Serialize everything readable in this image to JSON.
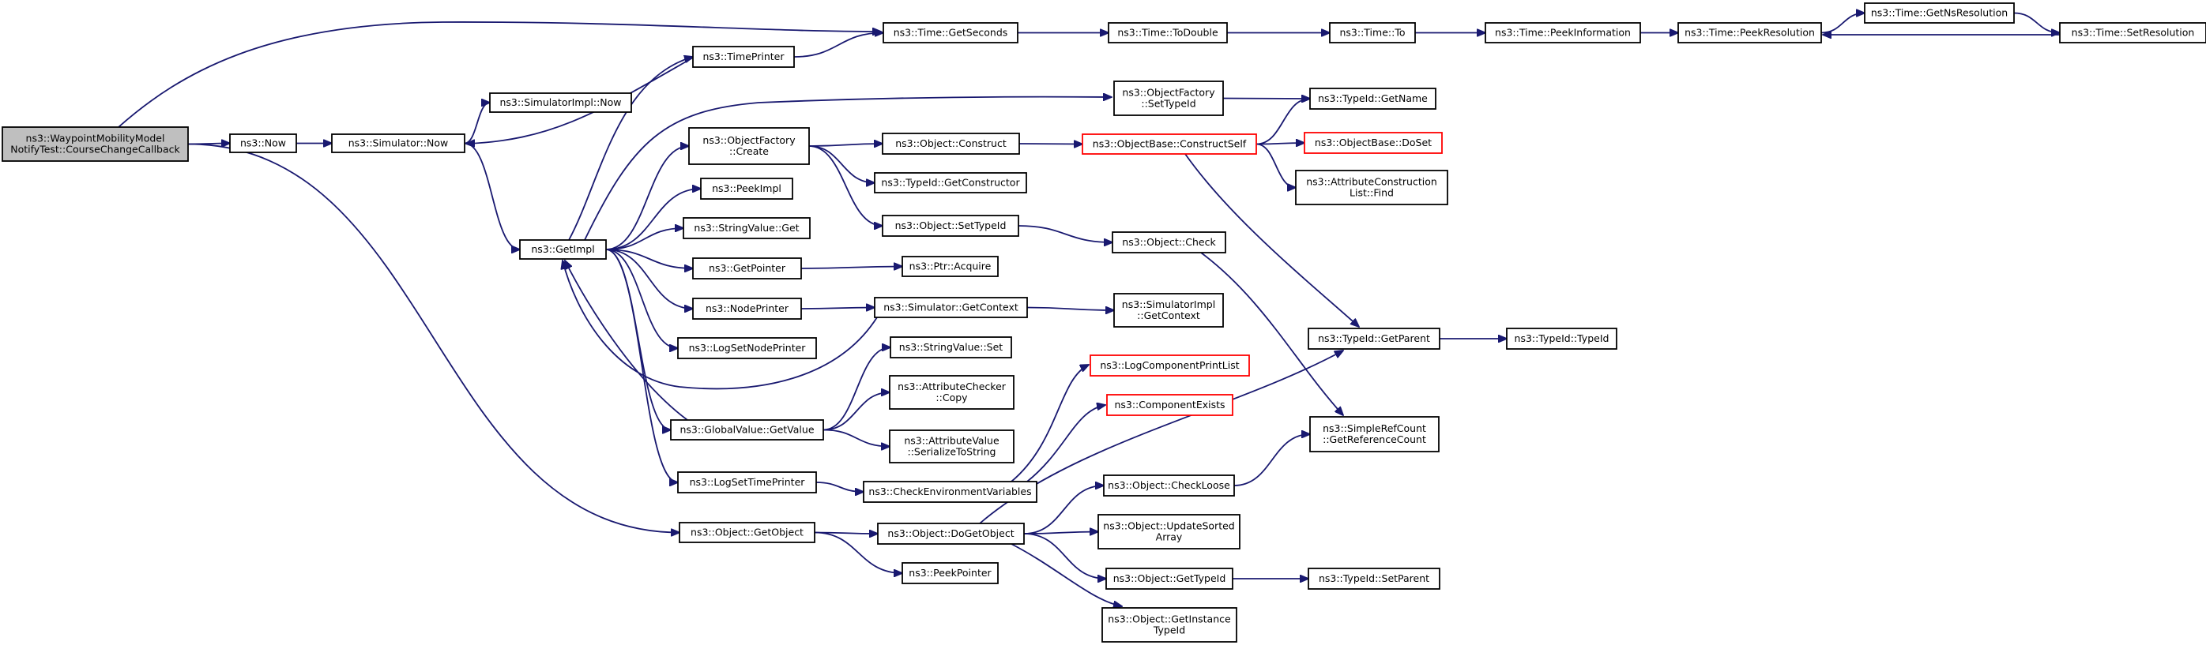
{
  "diagram": {
    "nodes": [
      {
        "id": "root",
        "lines": [
          "ns3::WaypointMobilityModel",
          "NotifyTest::CourseChangeCallback"
        ],
        "style": "root",
        "interactable": true
      },
      {
        "id": "now",
        "lines": [
          "ns3::Now"
        ],
        "style": "normal",
        "interactable": true
      },
      {
        "id": "simnow",
        "lines": [
          "ns3::Simulator::Now"
        ],
        "style": "normal",
        "interactable": true
      },
      {
        "id": "simimplnow",
        "lines": [
          "ns3::SimulatorImpl::Now"
        ],
        "style": "normal",
        "interactable": true
      },
      {
        "id": "getimpl",
        "lines": [
          "ns3::GetImpl"
        ],
        "style": "normal",
        "interactable": true
      },
      {
        "id": "timeprinter",
        "lines": [
          "ns3::TimePrinter"
        ],
        "style": "normal",
        "interactable": true
      },
      {
        "id": "objfactcreate",
        "lines": [
          "ns3::ObjectFactory",
          "::Create"
        ],
        "style": "normal",
        "interactable": true
      },
      {
        "id": "peekimpl",
        "lines": [
          "ns3::PeekImpl"
        ],
        "style": "normal",
        "interactable": true
      },
      {
        "id": "strvalget",
        "lines": [
          "ns3::StringValue::Get"
        ],
        "style": "normal",
        "interactable": true
      },
      {
        "id": "getpointer",
        "lines": [
          "ns3::GetPointer"
        ],
        "style": "normal",
        "interactable": true
      },
      {
        "id": "nodeprinter",
        "lines": [
          "ns3::NodePrinter"
        ],
        "style": "normal",
        "interactable": true
      },
      {
        "id": "logsetnodeprinter",
        "lines": [
          "ns3::LogSetNodePrinter"
        ],
        "style": "normal",
        "interactable": true
      },
      {
        "id": "globalvalget",
        "lines": [
          "ns3::GlobalValue::GetValue"
        ],
        "style": "normal",
        "interactable": true
      },
      {
        "id": "logsettimeprinter",
        "lines": [
          "ns3::LogSetTimePrinter"
        ],
        "style": "normal",
        "interactable": true
      },
      {
        "id": "objgetobject",
        "lines": [
          "ns3::Object::GetObject"
        ],
        "style": "normal",
        "interactable": true
      },
      {
        "id": "getseconds",
        "lines": [
          "ns3::Time::GetSeconds"
        ],
        "style": "normal",
        "interactable": true
      },
      {
        "id": "todouble",
        "lines": [
          "ns3::Time::ToDouble"
        ],
        "style": "normal",
        "interactable": true
      },
      {
        "id": "timeto",
        "lines": [
          "ns3::Time::To"
        ],
        "style": "normal",
        "interactable": true
      },
      {
        "id": "peekinfo",
        "lines": [
          "ns3::Time::PeekInformation"
        ],
        "style": "normal",
        "interactable": true
      },
      {
        "id": "peekres",
        "lines": [
          "ns3::Time::PeekResolution"
        ],
        "style": "normal",
        "interactable": true
      },
      {
        "id": "getnsres",
        "lines": [
          "ns3::Time::GetNsResolution"
        ],
        "style": "normal",
        "interactable": true
      },
      {
        "id": "setres",
        "lines": [
          "ns3::Time::SetResolution"
        ],
        "style": "normal",
        "interactable": true
      },
      {
        "id": "objfactsettypeid",
        "lines": [
          "ns3::ObjectFactory",
          "::SetTypeId"
        ],
        "style": "normal",
        "interactable": true
      },
      {
        "id": "typeidgetname",
        "lines": [
          "ns3::TypeId::GetName"
        ],
        "style": "normal",
        "interactable": true
      },
      {
        "id": "objconstruct",
        "lines": [
          "ns3::Object::Construct"
        ],
        "style": "normal",
        "interactable": true
      },
      {
        "id": "constructself",
        "lines": [
          "ns3::ObjectBase::ConstructSelf"
        ],
        "style": "trunc",
        "interactable": true
      },
      {
        "id": "doset",
        "lines": [
          "ns3::ObjectBase::DoSet"
        ],
        "style": "trunc",
        "interactable": true
      },
      {
        "id": "attrconstructfind",
        "lines": [
          "ns3::AttributeConstruction",
          "List::Find"
        ],
        "style": "normal",
        "interactable": true
      },
      {
        "id": "typeidgetconstructor",
        "lines": [
          "ns3::TypeId::GetConstructor"
        ],
        "style": "normal",
        "interactable": true
      },
      {
        "id": "objsettypeid",
        "lines": [
          "ns3::Object::SetTypeId"
        ],
        "style": "normal",
        "interactable": true
      },
      {
        "id": "objcheck",
        "lines": [
          "ns3::Object::Check"
        ],
        "style": "normal",
        "interactable": true
      },
      {
        "id": "ptracquire",
        "lines": [
          "ns3::Ptr::Acquire"
        ],
        "style": "normal",
        "interactable": true
      },
      {
        "id": "simgetcontext",
        "lines": [
          "ns3::Simulator::GetContext"
        ],
        "style": "normal",
        "interactable": true
      },
      {
        "id": "simimplgetcontext",
        "lines": [
          "ns3::SimulatorImpl",
          "::GetContext"
        ],
        "style": "normal",
        "interactable": true
      },
      {
        "id": "typeidgetparent",
        "lines": [
          "ns3::TypeId::GetParent"
        ],
        "style": "normal",
        "interactable": true
      },
      {
        "id": "typeidtypeid",
        "lines": [
          "ns3::TypeId::TypeId"
        ],
        "style": "normal",
        "interactable": true
      },
      {
        "id": "strvalset",
        "lines": [
          "ns3::StringValue::Set"
        ],
        "style": "normal",
        "interactable": true
      },
      {
        "id": "attrcheckercopy",
        "lines": [
          "ns3::AttributeChecker",
          "::Copy"
        ],
        "style": "normal",
        "interactable": true
      },
      {
        "id": "attrvalserialize",
        "lines": [
          "ns3::AttributeValue",
          "::SerializeToString"
        ],
        "style": "normal",
        "interactable": true
      },
      {
        "id": "logcompprintlist",
        "lines": [
          "ns3::LogComponentPrintList"
        ],
        "style": "trunc",
        "interactable": true
      },
      {
        "id": "compexists",
        "lines": [
          "ns3::ComponentExists"
        ],
        "style": "trunc",
        "interactable": true
      },
      {
        "id": "simplerefcount",
        "lines": [
          "ns3::SimpleRefCount",
          "::GetReferenceCount"
        ],
        "style": "normal",
        "interactable": true
      },
      {
        "id": "checkenvvars",
        "lines": [
          "ns3::CheckEnvironmentVariables"
        ],
        "style": "normal",
        "interactable": true
      },
      {
        "id": "objcheckloose",
        "lines": [
          "ns3::Object::CheckLoose"
        ],
        "style": "normal",
        "interactable": true
      },
      {
        "id": "objdogetobject",
        "lines": [
          "ns3::Object::DoGetObject"
        ],
        "style": "normal",
        "interactable": true
      },
      {
        "id": "objupdatesorted",
        "lines": [
          "ns3::Object::UpdateSorted",
          "Array"
        ],
        "style": "normal",
        "interactable": true
      },
      {
        "id": "peekpointer",
        "lines": [
          "ns3::PeekPointer"
        ],
        "style": "normal",
        "interactable": true
      },
      {
        "id": "objgettypeid",
        "lines": [
          "ns3::Object::GetTypeId"
        ],
        "style": "normal",
        "interactable": true
      },
      {
        "id": "typeidsetparent",
        "lines": [
          "ns3::TypeId::SetParent"
        ],
        "style": "normal",
        "interactable": true
      },
      {
        "id": "objgetinstancetypeid",
        "lines": [
          "ns3::Object::GetInstance",
          "TypeId"
        ],
        "style": "normal",
        "interactable": true
      }
    ],
    "edges": [
      {
        "from": "root",
        "to": "now"
      },
      {
        "from": "root",
        "to": "getseconds"
      },
      {
        "from": "root",
        "to": "objgetobject"
      },
      {
        "from": "now",
        "to": "simnow"
      },
      {
        "from": "simnow",
        "to": "simimplnow"
      },
      {
        "from": "simnow",
        "to": "getimpl"
      },
      {
        "from": "timeprinter",
        "to": "simnow"
      },
      {
        "from": "timeprinter",
        "to": "getseconds"
      },
      {
        "from": "getimpl",
        "to": "timeprinter"
      },
      {
        "from": "getimpl",
        "to": "objfactsettypeid"
      },
      {
        "from": "getimpl",
        "to": "objfactcreate"
      },
      {
        "from": "getimpl",
        "to": "peekimpl"
      },
      {
        "from": "getimpl",
        "to": "strvalget"
      },
      {
        "from": "getimpl",
        "to": "getpointer"
      },
      {
        "from": "getimpl",
        "to": "nodeprinter"
      },
      {
        "from": "getimpl",
        "to": "logsetnodeprinter"
      },
      {
        "from": "getimpl",
        "to": "globalvalget"
      },
      {
        "from": "getimpl",
        "to": "logsettimeprinter"
      },
      {
        "from": "simgetcontext",
        "to": "getimpl"
      },
      {
        "from": "globalvalget",
        "to": "getimpl"
      },
      {
        "from": "getseconds",
        "to": "todouble"
      },
      {
        "from": "todouble",
        "to": "timeto"
      },
      {
        "from": "timeto",
        "to": "peekinfo"
      },
      {
        "from": "peekinfo",
        "to": "peekres"
      },
      {
        "from": "peekres",
        "to": "getnsres"
      },
      {
        "from": "getnsres",
        "to": "setres"
      },
      {
        "from": "setres",
        "to": "peekres"
      },
      {
        "from": "objfactsettypeid",
        "to": "typeidgetname"
      },
      {
        "from": "objfactcreate",
        "to": "objconstruct"
      },
      {
        "from": "objfactcreate",
        "to": "typeidgetconstructor"
      },
      {
        "from": "objfactcreate",
        "to": "objsettypeid"
      },
      {
        "from": "objconstruct",
        "to": "constructself"
      },
      {
        "from": "constructself",
        "to": "typeidgetname"
      },
      {
        "from": "constructself",
        "to": "doset"
      },
      {
        "from": "constructself",
        "to": "attrconstructfind"
      },
      {
        "from": "constructself",
        "to": "typeidgetparent"
      },
      {
        "from": "objsettypeid",
        "to": "objcheck"
      },
      {
        "from": "objcheck",
        "to": "simplerefcount"
      },
      {
        "from": "getpointer",
        "to": "ptracquire"
      },
      {
        "from": "nodeprinter",
        "to": "simgetcontext"
      },
      {
        "from": "simgetcontext",
        "to": "simimplgetcontext"
      },
      {
        "from": "typeidgetparent",
        "to": "typeidtypeid"
      },
      {
        "from": "globalvalget",
        "to": "strvalset"
      },
      {
        "from": "globalvalget",
        "to": "attrcheckercopy"
      },
      {
        "from": "globalvalget",
        "to": "attrvalserialize"
      },
      {
        "from": "logsettimeprinter",
        "to": "checkenvvars"
      },
      {
        "from": "checkenvvars",
        "to": "logcompprintlist"
      },
      {
        "from": "checkenvvars",
        "to": "compexists"
      },
      {
        "from": "objgetobject",
        "to": "objdogetobject"
      },
      {
        "from": "objgetobject",
        "to": "peekpointer"
      },
      {
        "from": "objdogetobject",
        "to": "typeidgetparent"
      },
      {
        "from": "objdogetobject",
        "to": "objcheckloose"
      },
      {
        "from": "objdogetobject",
        "to": "objupdatesorted"
      },
      {
        "from": "objdogetobject",
        "to": "objgettypeid"
      },
      {
        "from": "objdogetobject",
        "to": "objgetinstancetypeid"
      },
      {
        "from": "objcheckloose",
        "to": "simplerefcount"
      },
      {
        "from": "objgettypeid",
        "to": "typeidsetparent"
      }
    ]
  }
}
